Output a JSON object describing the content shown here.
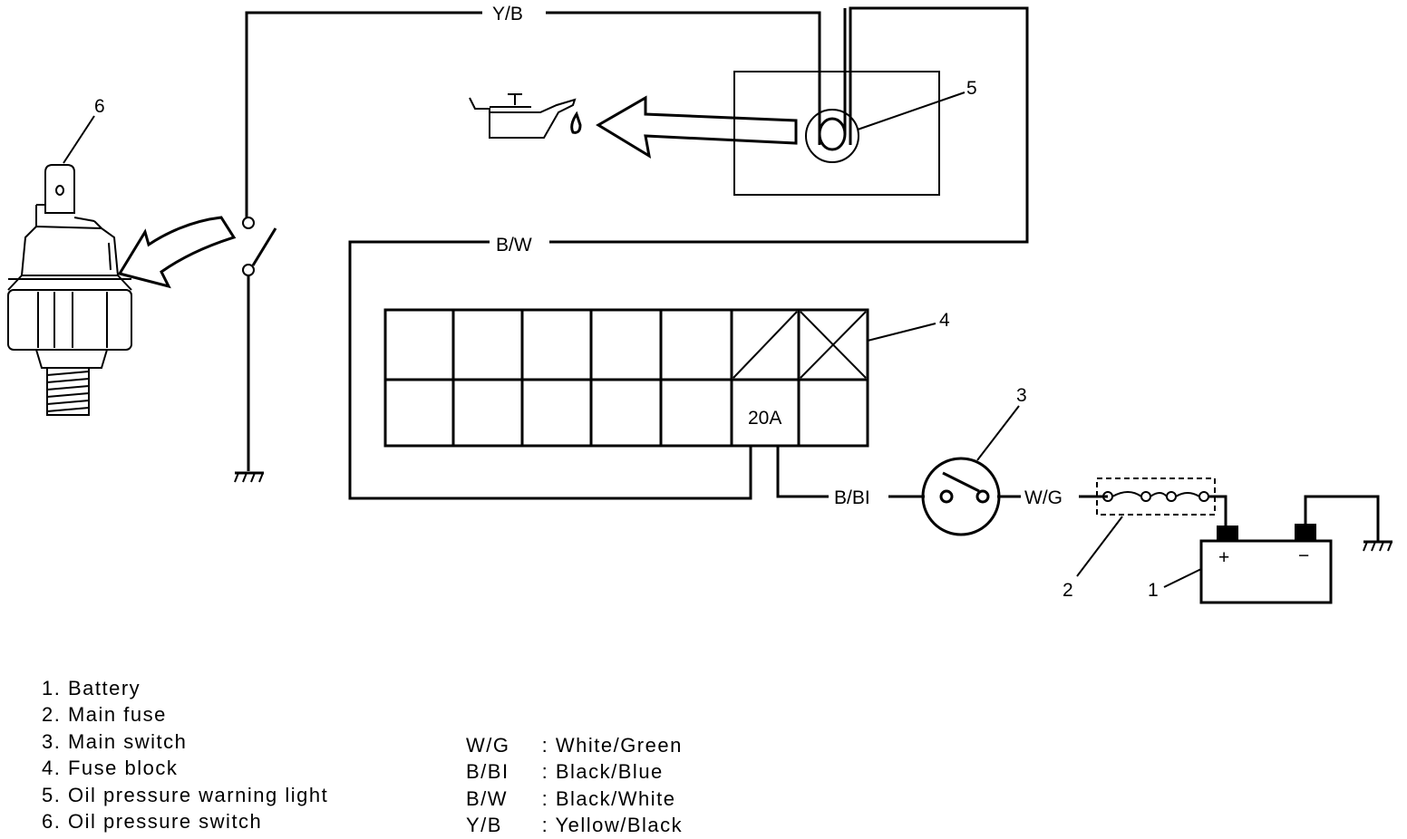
{
  "wire_labels": {
    "yb": "Y/B",
    "bw": "B/W",
    "bbl": "B/BI",
    "wg": "W/G"
  },
  "fuse_block_rating": "20A",
  "callouts": {
    "battery": "1",
    "main_fuse": "2",
    "main_switch": "3",
    "fuse_block": "4",
    "warning_light": "5",
    "pressure_switch": "6"
  },
  "battery_terminals": {
    "positive": "+",
    "negative": "−"
  },
  "component_legend": [
    "1. Battery",
    "2. Main fuse",
    "3. Main switch",
    "4. Fuse block",
    "5. Oil pressure warning light",
    "6. Oil pressure switch"
  ],
  "color_legend": [
    {
      "code": "W/G",
      "sep": " : ",
      "name": "White/Green"
    },
    {
      "code": "B/BI",
      "sep": " : ",
      "name": "Black/Blue"
    },
    {
      "code": "B/W",
      "sep": " : ",
      "name": "Black/White"
    },
    {
      "code": "Y/B",
      "sep": " : ",
      "name": "Yellow/Black"
    }
  ]
}
